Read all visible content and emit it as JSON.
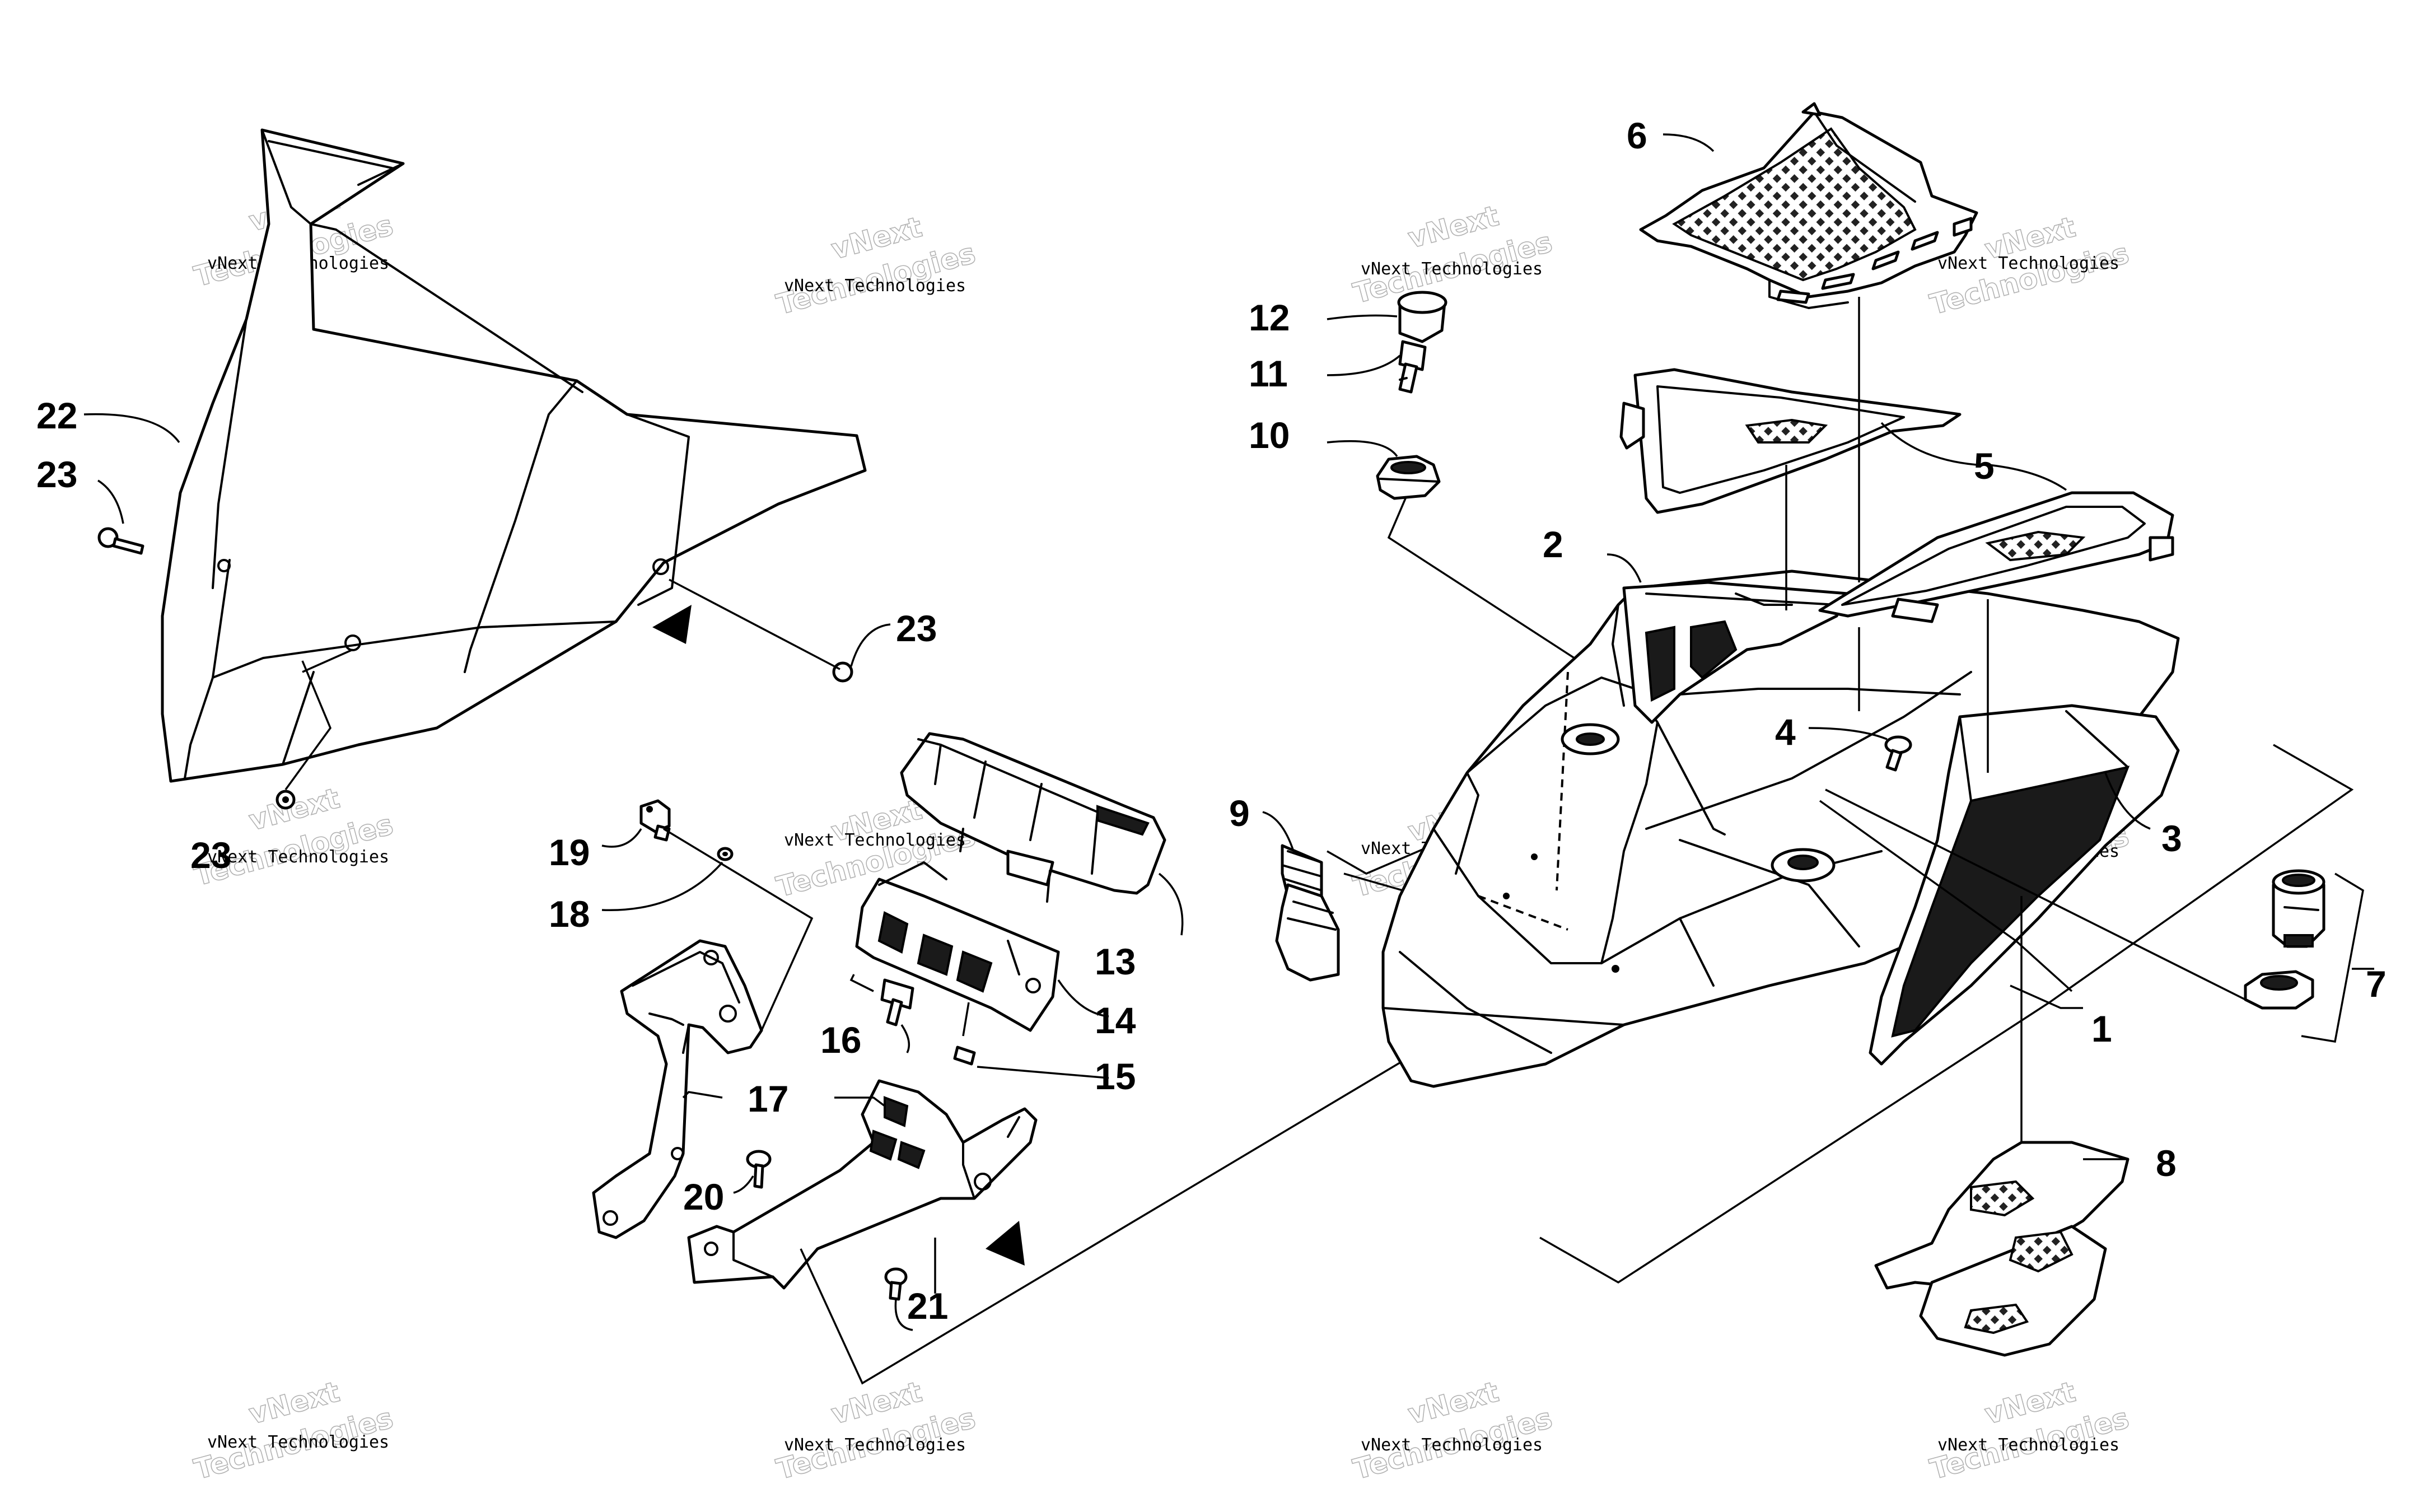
{
  "diagram": {
    "callouts": [
      "1",
      "2",
      "3",
      "4",
      "5",
      "6",
      "7",
      "8",
      "9",
      "10",
      "11",
      "12",
      "13",
      "14",
      "15",
      "16",
      "17",
      "18",
      "19",
      "20",
      "21",
      "22",
      "23",
      "23",
      "23"
    ],
    "watermark": {
      "line1": "vNext Technologies",
      "line2": "vNext",
      "line3": "Technologies"
    },
    "colors": {
      "line": "#000000",
      "watermark": "#999999",
      "background": "#ffffff"
    }
  }
}
